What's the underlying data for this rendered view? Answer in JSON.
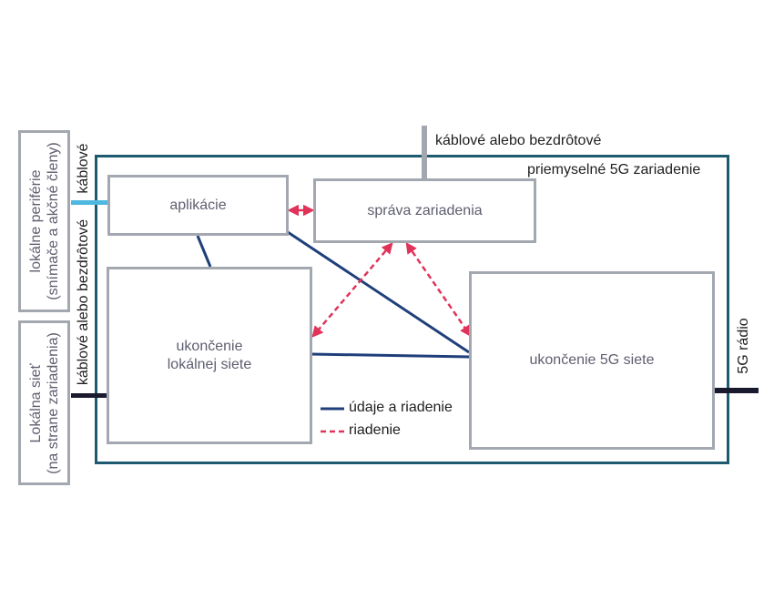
{
  "header": {
    "top_connection_label": "káblové alebo bezdrôtové",
    "device_label": "priemyselné 5G zariadenie"
  },
  "side": {
    "peripherals": [
      "lokálne periférie",
      "(snímače a akčné členy)"
    ],
    "local_network": [
      "Lokálna sieť",
      "(na strane zariadenia)"
    ],
    "wired_label": "káblové",
    "wired_wireless_label": "káblové alebo bezdrôtové",
    "radio_label": "5G rádio"
  },
  "blocks": {
    "applications": "aplikácie",
    "device_management": "správa zariadenia",
    "local_termination": [
      "ukončenie",
      "lokálnej siete"
    ],
    "fiveg_termination": "ukončenie 5G siete"
  },
  "legend": {
    "data_control": "údaje a riadenie",
    "control": "riadenie"
  },
  "colors": {
    "frame": "#1d5a6f",
    "box_border": "#a3a8b0",
    "data_line": "#1f3f7a",
    "control_line": "#e0335a",
    "wired_port": "#4fb8e0",
    "port_dark": "#1a1a2e"
  }
}
